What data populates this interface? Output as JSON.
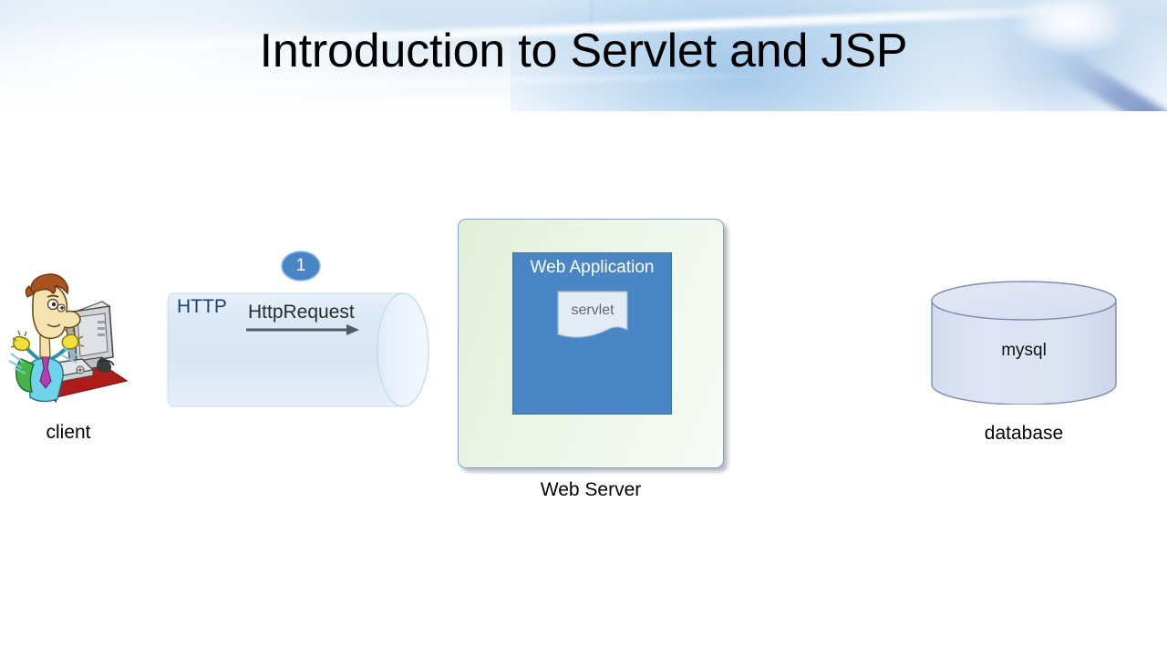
{
  "slide": {
    "title": "Introduction to Servlet and JSP",
    "background_color": "#ffffff",
    "banner": {
      "accent_color": "#cfe2f3",
      "swoosh_color": "#7892c7"
    }
  },
  "diagram": {
    "type": "architecture-flow",
    "nodes": [
      {
        "id": "client",
        "label": "client",
        "icon": "client-computer-clipart",
        "shape": "clipart"
      },
      {
        "id": "http",
        "label": "HTTP",
        "shape": "cylinder-horizontal",
        "fill_color": "#dce8f5",
        "label_color": "#1f3f73",
        "message": "HttpRequest",
        "message_color": "#2b2b2b",
        "arrow_direction": "right",
        "arrow_color": "#4f5b66",
        "step_number": "1",
        "step_badge_color": "#4a84c4"
      },
      {
        "id": "web-server",
        "label": "Web Server",
        "shape": "rounded-rect",
        "fill_color": "#eaf4e1",
        "border_color": "#7ba3c9",
        "children": [
          {
            "id": "web-application",
            "label": "Web Application",
            "shape": "rect",
            "fill_color": "#4a86c5",
            "text_color": "#ffffff",
            "children": [
              {
                "id": "servlet",
                "label": "servlet",
                "shape": "document",
                "fill_color": "#e3ebf5",
                "text_color": "#62686e"
              }
            ]
          }
        ]
      },
      {
        "id": "database",
        "label": "database",
        "inner_label": "mysql",
        "shape": "cylinder-vertical",
        "fill_color": "#dce3f2",
        "border_color": "#7b8cb5"
      }
    ]
  }
}
